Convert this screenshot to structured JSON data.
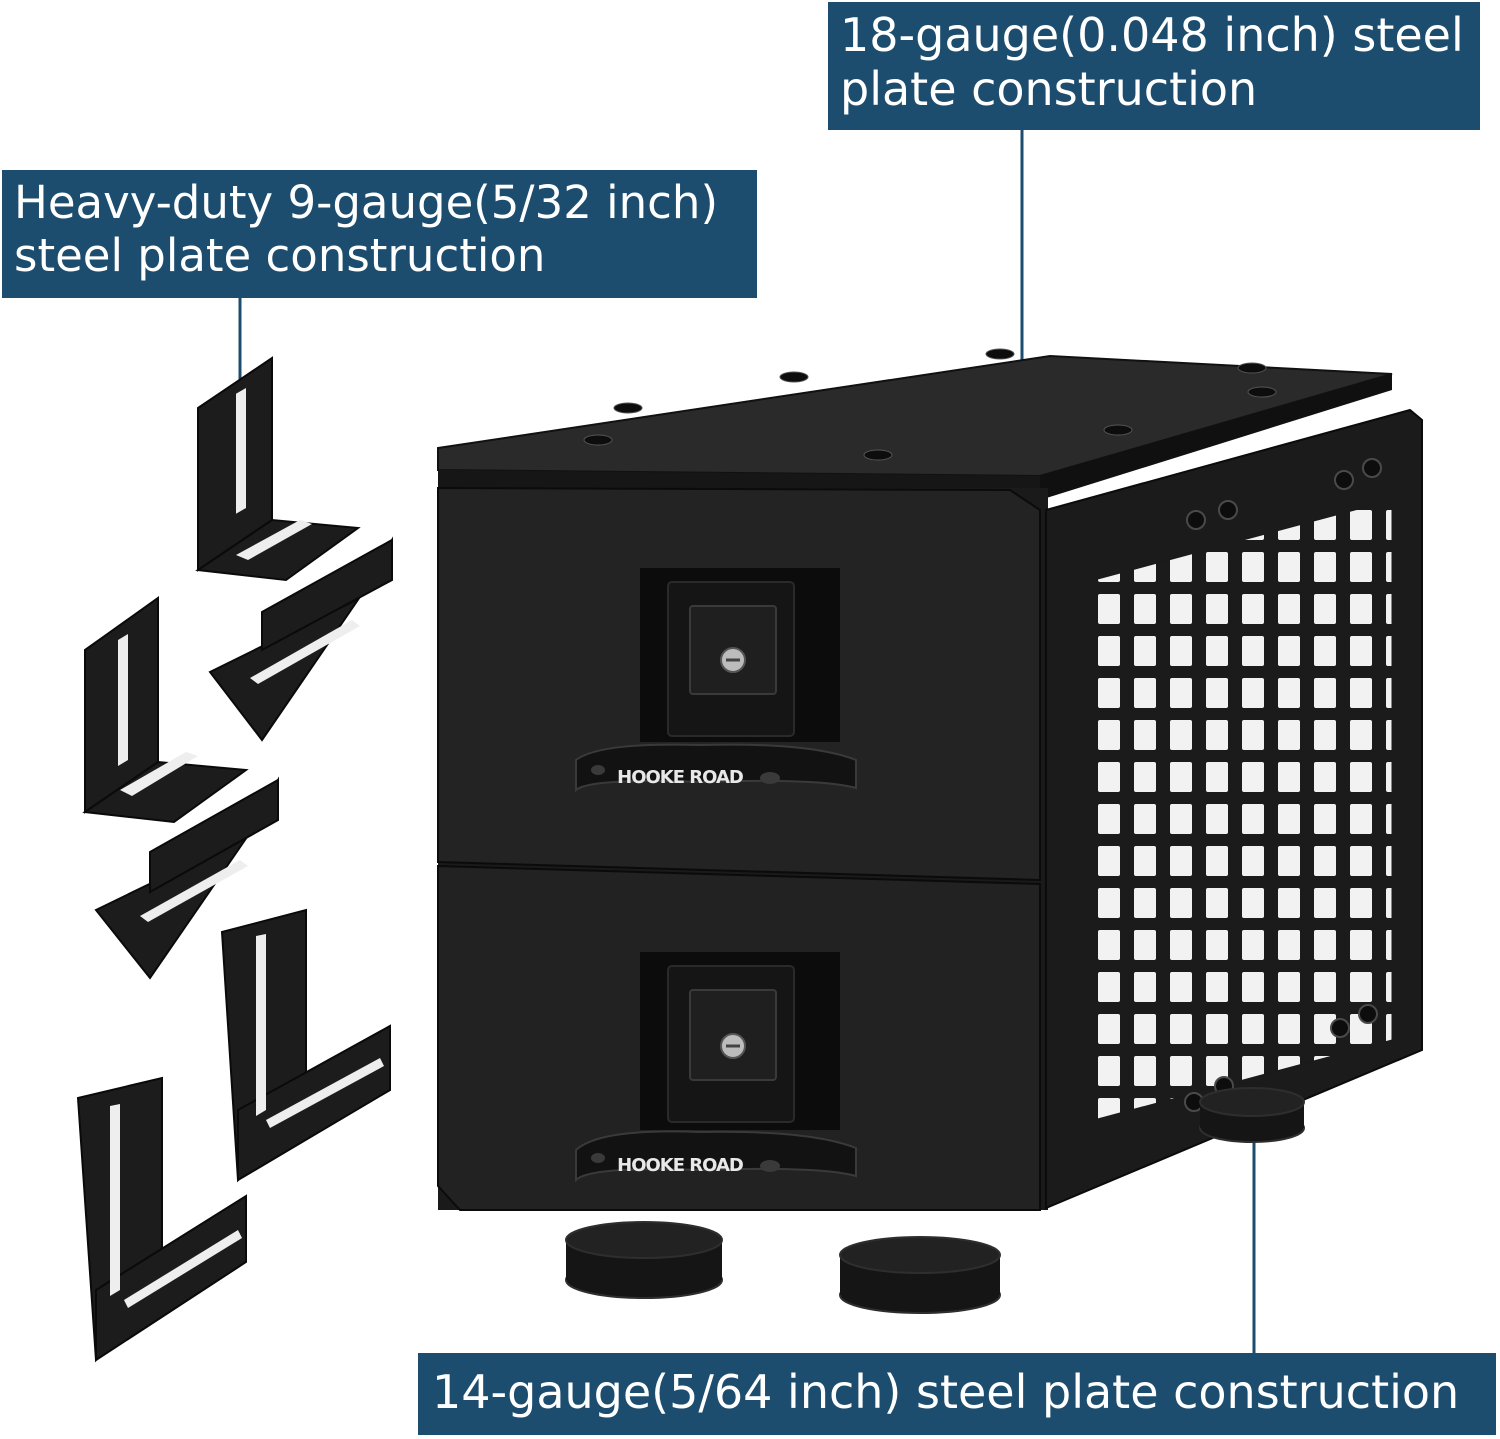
{
  "callouts": {
    "top": {
      "lines": [
        "18-gauge(0.048 inch) steel",
        "plate construction"
      ]
    },
    "left": {
      "lines": [
        "Heavy-duty 9-gauge(5/32 inch)",
        "steel plate construction"
      ]
    },
    "bottom": {
      "lines": [
        "14-gauge(5/64 inch) steel plate construction"
      ]
    }
  },
  "product": {
    "handle_brand_top": "HOOKE ROAD",
    "handle_brand_bottom": "HOOKE ROAD"
  },
  "colors": {
    "label_bg": "#1d4d6e",
    "label_text": "#ffffff",
    "leader_line": "#1d4d6e",
    "steel": "#1b1b1b"
  }
}
